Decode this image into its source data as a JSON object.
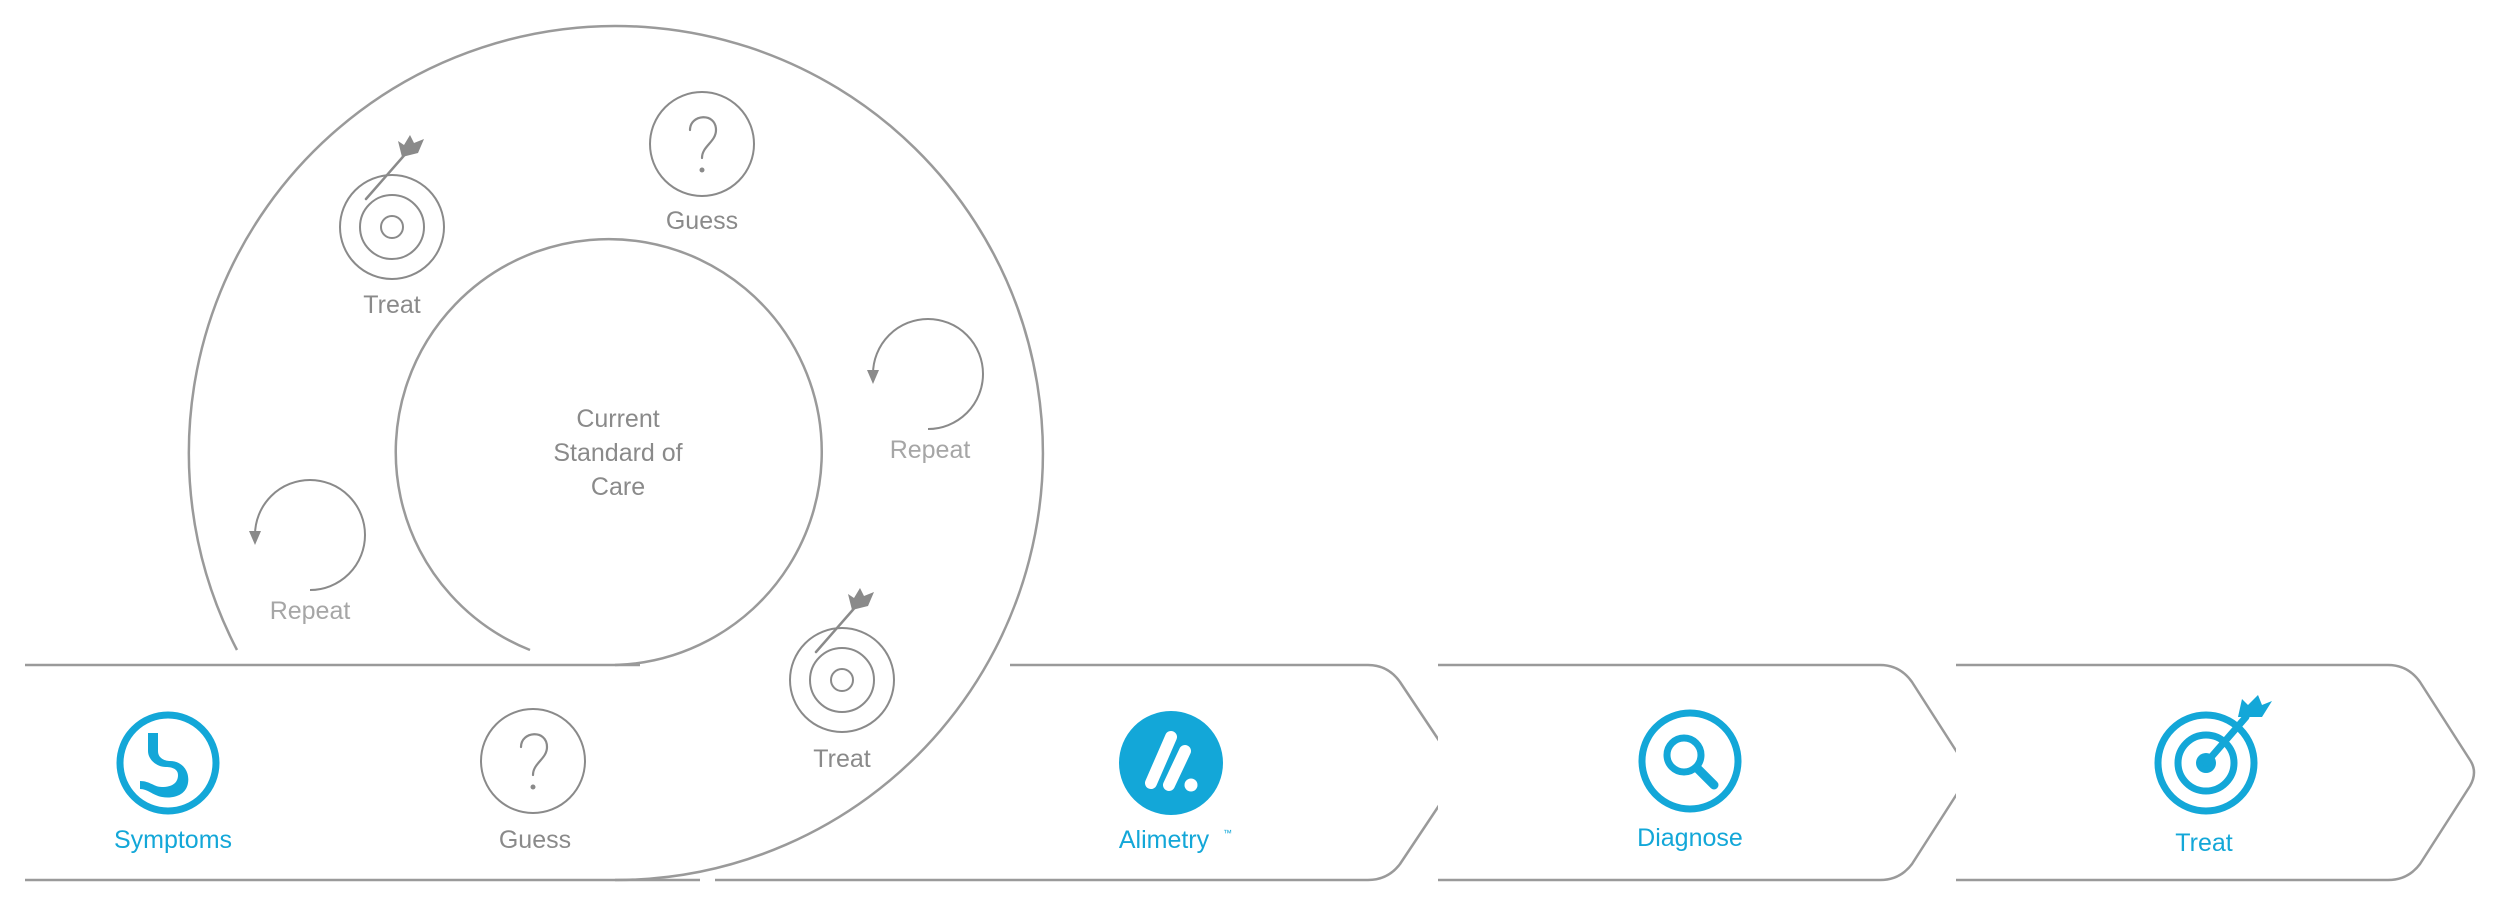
{
  "colors": {
    "outline": "#9a9a9a",
    "icon_gray": "#8a8a8a",
    "accent": "#13a7d8",
    "background": "#ffffff"
  },
  "cycle": {
    "center_label": [
      "Current",
      "Standard of",
      "Care"
    ],
    "treat_top_label": "Treat",
    "guess_top_label": "Guess",
    "repeat_right_label": "Repeat",
    "repeat_left_label": "Repeat",
    "treat_bottom_label": "Treat"
  },
  "flow": {
    "symptoms_label": "Symptoms",
    "guess_label": "Guess",
    "alimetry_label": "Alimetry",
    "alimetry_mark": "™",
    "diagnose_label": "Diagnose",
    "treat_label": "Treat"
  },
  "icons": {
    "symptoms": "stomach-icon",
    "guess": "question-mark-icon",
    "treat": "target-arrow-icon",
    "repeat": "circular-arrow-icon",
    "alimetry": "alimetry-logo-icon",
    "diagnose": "magnifier-icon"
  }
}
